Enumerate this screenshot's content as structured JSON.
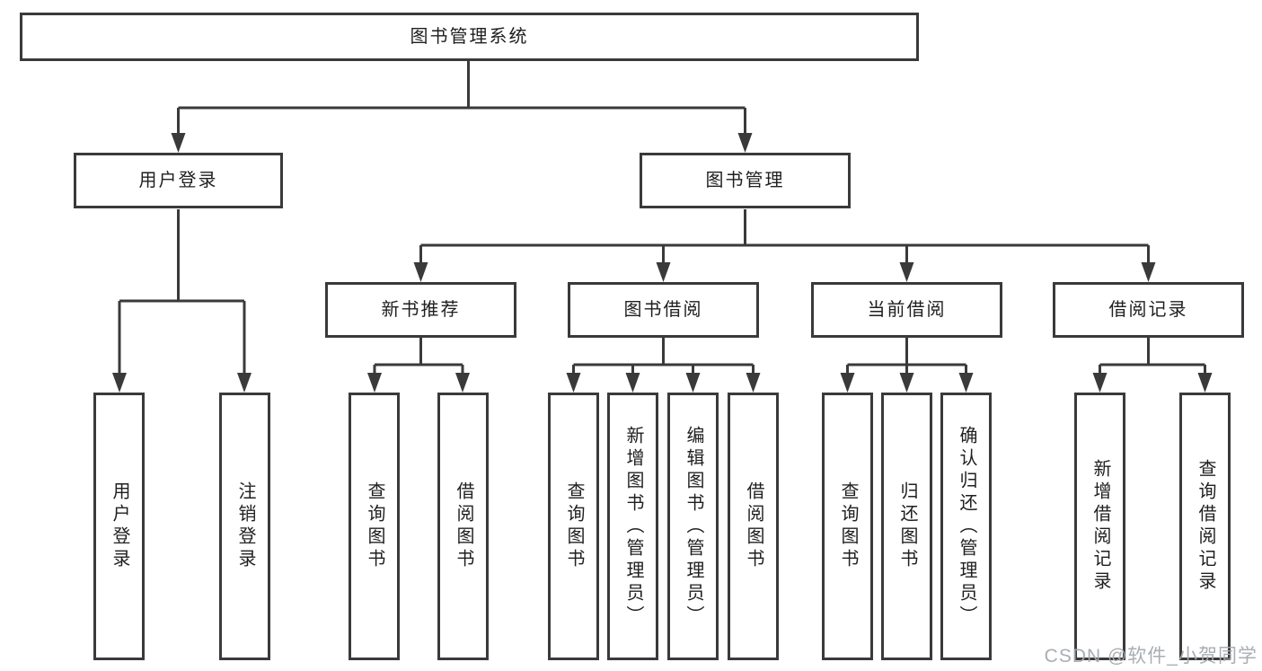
{
  "diagram": {
    "root_label": "图书管理系统",
    "level2": [
      {
        "id": "user-login",
        "label": "用户登录"
      },
      {
        "id": "book-management",
        "label": "图书管理"
      }
    ],
    "level3": [
      {
        "id": "new-book-recommend",
        "label": "新书推荐"
      },
      {
        "id": "book-borrowing",
        "label": "图书借阅"
      },
      {
        "id": "current-borrowing",
        "label": "当前借阅"
      },
      {
        "id": "borrowing-records",
        "label": "借阅记录"
      }
    ],
    "level4": {
      "user_login": [
        "用户登录",
        "注销登录"
      ],
      "new_book_recommend": [
        "查询图书",
        "借阅图书"
      ],
      "book_borrowing": [
        "查询图书",
        "新增图书（管理员）",
        "编辑图书（管理员）",
        "借阅图书"
      ],
      "current_borrowing": [
        "查询图书",
        "归还图书",
        "确认归还（管理员）"
      ],
      "borrowing_records": [
        "新增借阅记录",
        "查询借阅记录"
      ]
    }
  },
  "watermark": "CSDN @软件_小贺同学",
  "colors": {
    "line": "#3a3a3a",
    "text": "#1f1f1f",
    "watermark": "#a4aaaf",
    "background": "#ffffff"
  }
}
